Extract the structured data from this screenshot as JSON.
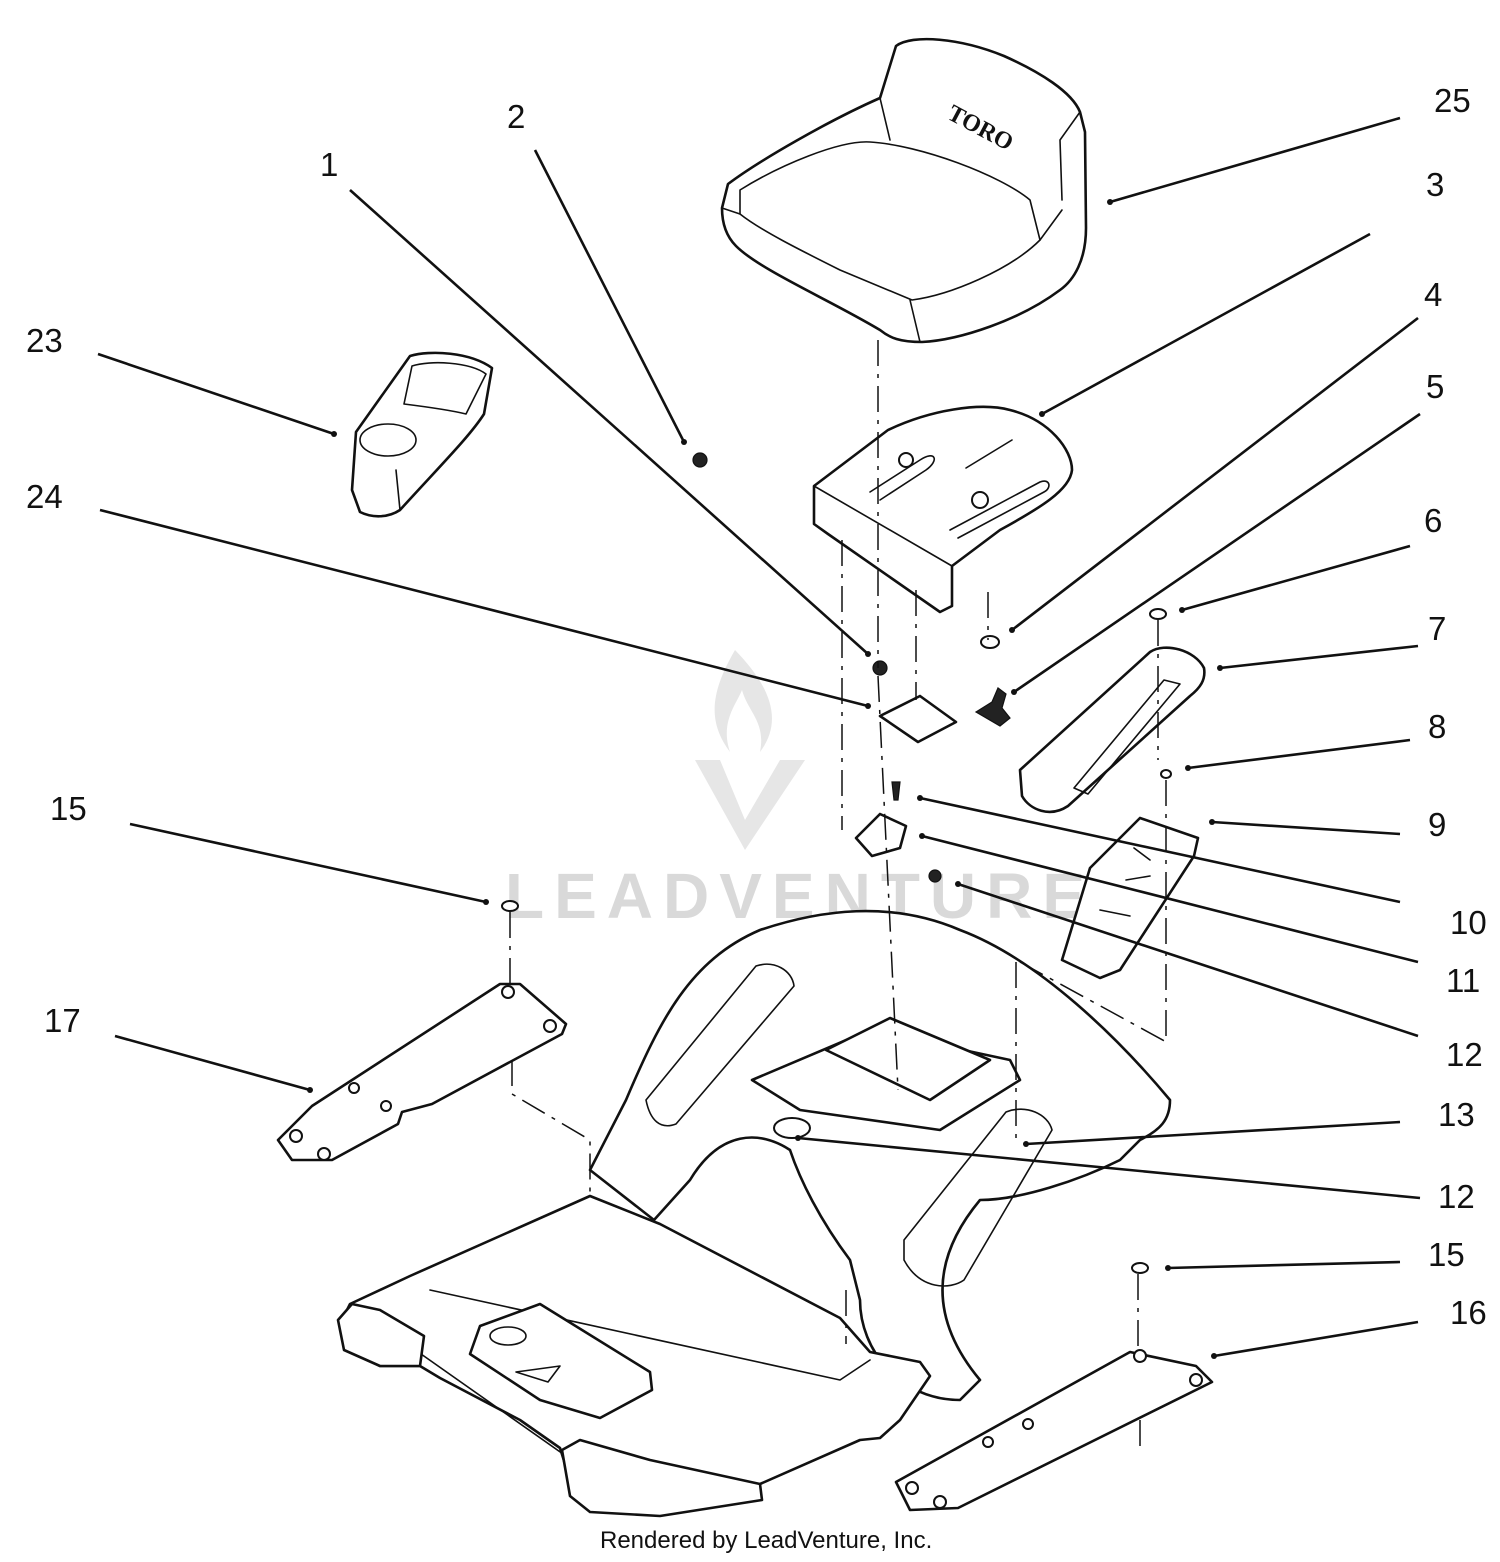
{
  "diagram": {
    "callouts": [
      {
        "id": "25",
        "label": "25"
      },
      {
        "id": "2",
        "label": "2"
      },
      {
        "id": "1",
        "label": "1"
      },
      {
        "id": "3",
        "label": "3"
      },
      {
        "id": "4",
        "label": "4"
      },
      {
        "id": "23",
        "label": "23"
      },
      {
        "id": "5",
        "label": "5"
      },
      {
        "id": "24",
        "label": "24"
      },
      {
        "id": "6",
        "label": "6"
      },
      {
        "id": "7",
        "label": "7"
      },
      {
        "id": "8",
        "label": "8"
      },
      {
        "id": "9",
        "label": "9"
      },
      {
        "id": "15a",
        "label": "15"
      },
      {
        "id": "10",
        "label": "10"
      },
      {
        "id": "11",
        "label": "11"
      },
      {
        "id": "17",
        "label": "17"
      },
      {
        "id": "12a",
        "label": "12"
      },
      {
        "id": "13",
        "label": "13"
      },
      {
        "id": "12b",
        "label": "12"
      },
      {
        "id": "15b",
        "label": "15"
      },
      {
        "id": "16",
        "label": "16"
      }
    ],
    "seat_logo": "TORO",
    "watermark": "LEADVENTURE",
    "footer": "Rendered by LeadVenture, Inc."
  }
}
